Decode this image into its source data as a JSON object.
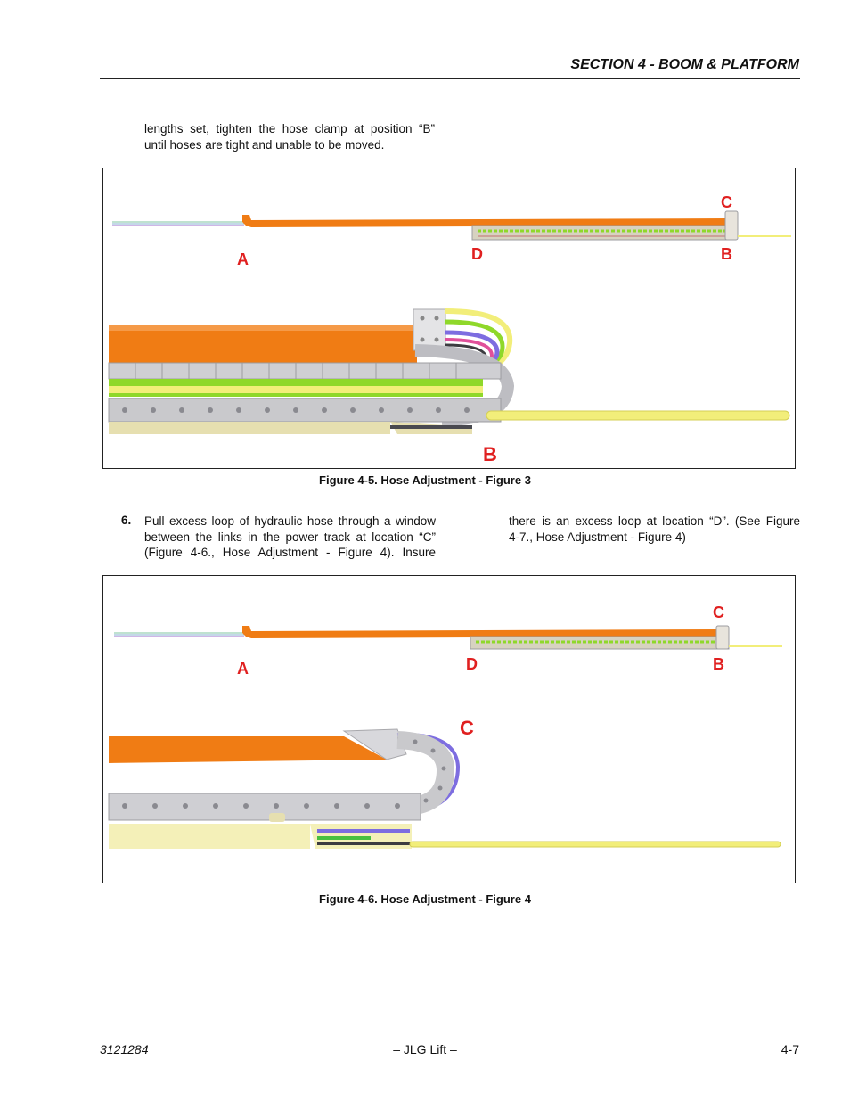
{
  "header": {
    "section_title": "SECTION 4 - BOOM & PLATFORM"
  },
  "intro_paragraph": {
    "line1": "lengths set, tighten the hose clamp at position “B”",
    "line2": "until hoses are tight and unable to be moved."
  },
  "figure5": {
    "caption": "Figure 4-5.  Hose Adjustment - Figure 3",
    "labels": {
      "a": "A",
      "b_top": "B",
      "c_top": "C",
      "d_top": "D",
      "b_detail": "B"
    }
  },
  "step6": {
    "number": "6.",
    "left_line1": "Pull excess loop of hydraulic hose through a window",
    "left_line2": "between the links in the power track at location “C”",
    "left_line3": "(Figure 4-6., Hose Adjustment - Figure 4). Insure",
    "right_line1": "there is an excess loop at location “D”. (See Figure",
    "right_line2": "4-7., Hose Adjustment - Figure 4)"
  },
  "figure6": {
    "caption": "Figure 4-6.  Hose Adjustment - Figure 4",
    "labels": {
      "a": "A",
      "b_top": "B",
      "c_top": "C",
      "d_top": "D",
      "c_detail": "C"
    }
  },
  "footer": {
    "doc_number": "3121284",
    "brand": "– JLG Lift –",
    "page_number": "4-7"
  },
  "colors": {
    "boom_orange": "#f07c14",
    "hose_yellow": "#f2ee7a",
    "callout_red": "#e02020",
    "track_gray": "#c9c9cc",
    "hose_green": "#8fd82a"
  }
}
